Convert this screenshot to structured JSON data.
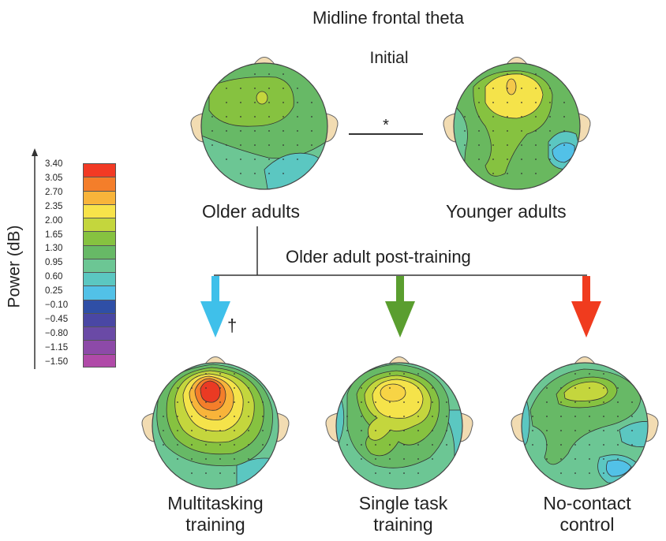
{
  "title": "Midline frontal theta",
  "initial_label": "Initial",
  "significance_marker": "*",
  "dagger_marker": "†",
  "groups": {
    "older": "Older adults",
    "younger": "Younger adults",
    "post_training": "Older adult post-training"
  },
  "post_conditions": [
    {
      "line1": "Multitasking",
      "line2": "training",
      "arrow_color": "#3fc0ea"
    },
    {
      "line1": "Single task",
      "line2": "training",
      "arrow_color": "#5a9e2f"
    },
    {
      "line1": "No-contact",
      "line2": "control",
      "arrow_color": "#f03b1e"
    }
  ],
  "color_scale": {
    "axis_label": "Power (dB)",
    "ticks": [
      "3.40",
      "3.05",
      "2.70",
      "2.35",
      "2.00",
      "1.65",
      "1.30",
      "0.95",
      "0.60",
      "0.25",
      "−0.10",
      "−0.45",
      "−0.80",
      "−1.15",
      "−1.50"
    ],
    "colors": [
      "#f23a24",
      "#f47e2a",
      "#f8b43a",
      "#f8e34a",
      "#c4d63d",
      "#86c240",
      "#67b966",
      "#6cc694",
      "#5bc7c1",
      "#52c1e7",
      "#2f4fa6",
      "#4a47a4",
      "#6a4aa6",
      "#8d4aa8",
      "#b04aa8"
    ]
  },
  "map_colors": {
    "teal": "#5cbfa8",
    "green_light": "#82c07a",
    "green": "#69b85f",
    "yellow_green": "#b9d545",
    "yellow": "#f5e34a",
    "orange": "#f4a838",
    "red": "#ea3a23",
    "blue": "#4dbde2",
    "ear": "#f2dcb2"
  }
}
